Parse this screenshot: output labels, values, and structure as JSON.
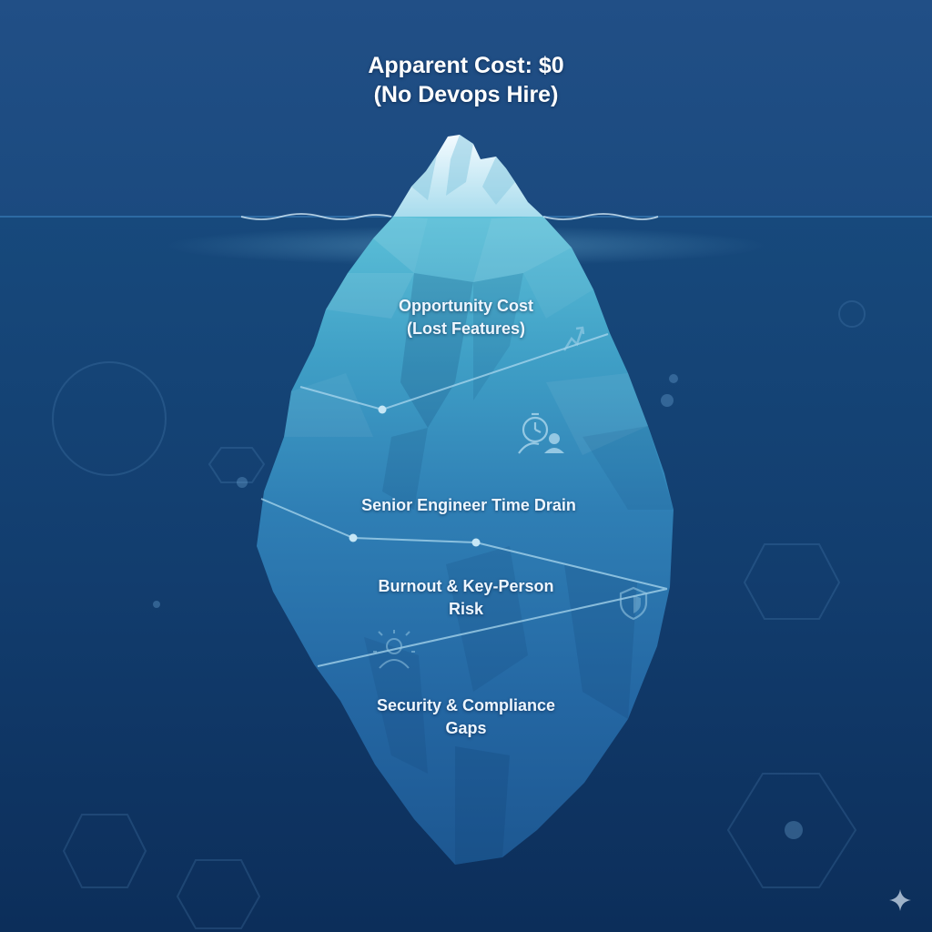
{
  "title": {
    "line1": "Apparent Cost: $0",
    "line2": "(No Devops Hire)"
  },
  "layers": [
    {
      "line1": "Opportunity Cost",
      "line2": "(Lost Features)",
      "icon": "trending-up-icon"
    },
    {
      "line1": "Senior Engineer Time Drain",
      "line2": "",
      "icon": "stopwatch-user-icon"
    },
    {
      "line1": "Burnout & Key-Person",
      "line2": "Risk",
      "icon": "stressed-person-icon"
    },
    {
      "line1": "Security & Compliance",
      "line2": "Gaps",
      "icon": "shield-icon"
    }
  ],
  "colors": {
    "background": "#143f74",
    "ice_tip": "#dff3fb",
    "ice_upper": "#49a9c9",
    "ice_lower": "#1f5d98",
    "divider": "#a9d7ee",
    "text": "#ffffff"
  }
}
